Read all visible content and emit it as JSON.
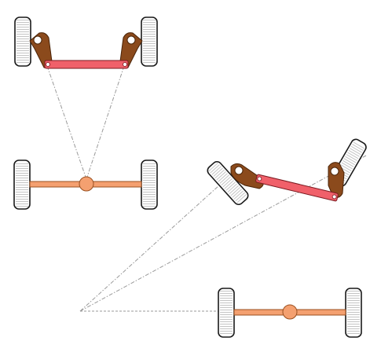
{
  "diagram": {
    "kind": "ackermann-steering-geometry",
    "views": [
      "wheels-straight",
      "wheels-turned"
    ],
    "colors": {
      "tire_outline": "#1a1a1a",
      "tire_fill": "#ffffff",
      "tread": "#b0b0b0",
      "steering_arm": "#8b4a1c",
      "steering_arm_outline": "#4a2408",
      "tie_rod": "#f0606a",
      "tie_rod_outline": "#7a1a20",
      "rear_axle": "#f4a070",
      "rear_axle_outline": "#9a5020",
      "construction_lines": "#9a9a9a"
    }
  }
}
